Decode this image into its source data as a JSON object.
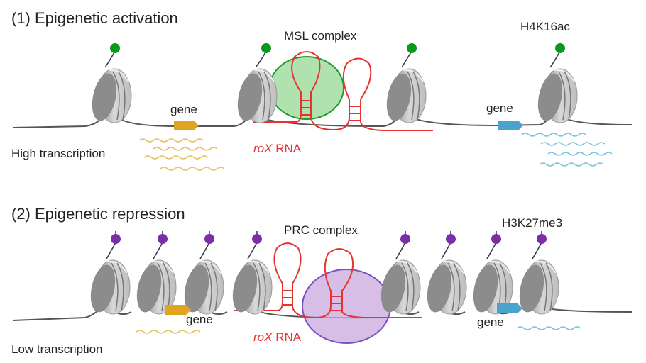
{
  "panels": [
    {
      "title": "(1) Epigenetic activation",
      "complex_label": "MSL complex",
      "mark_label": "H4K16ac",
      "rna_label_italic": "roX",
      "rna_label_rest": " RNA",
      "transcription_label": "High transcription",
      "gene_labels": [
        "gene",
        "gene"
      ],
      "mark_color": "#0a9a1a",
      "complex_fill": "#8fd68f",
      "complex_stroke": "#1e9a2a",
      "gene_colors": [
        "#e0a421",
        "#4aa3cc"
      ],
      "transcript_counts": [
        4,
        4
      ]
    },
    {
      "title": "(2) Epigenetic repression",
      "complex_label": "PRC complex",
      "mark_label": "H3K27me3",
      "rna_label_italic": "roX",
      "rna_label_rest": " RNA",
      "transcription_label": "Low transcription",
      "gene_labels": [
        "gene",
        "gene"
      ],
      "mark_color": "#7a2fa8",
      "complex_fill": "#c8a8de",
      "complex_stroke": "#7a52c0",
      "gene_colors": [
        "#e0a421",
        "#4aa3cc"
      ],
      "transcript_counts": [
        1,
        1
      ]
    }
  ],
  "colors": {
    "rna": "#e8322f",
    "dna": "#555555",
    "nucleosome": "#a0a0a0"
  }
}
